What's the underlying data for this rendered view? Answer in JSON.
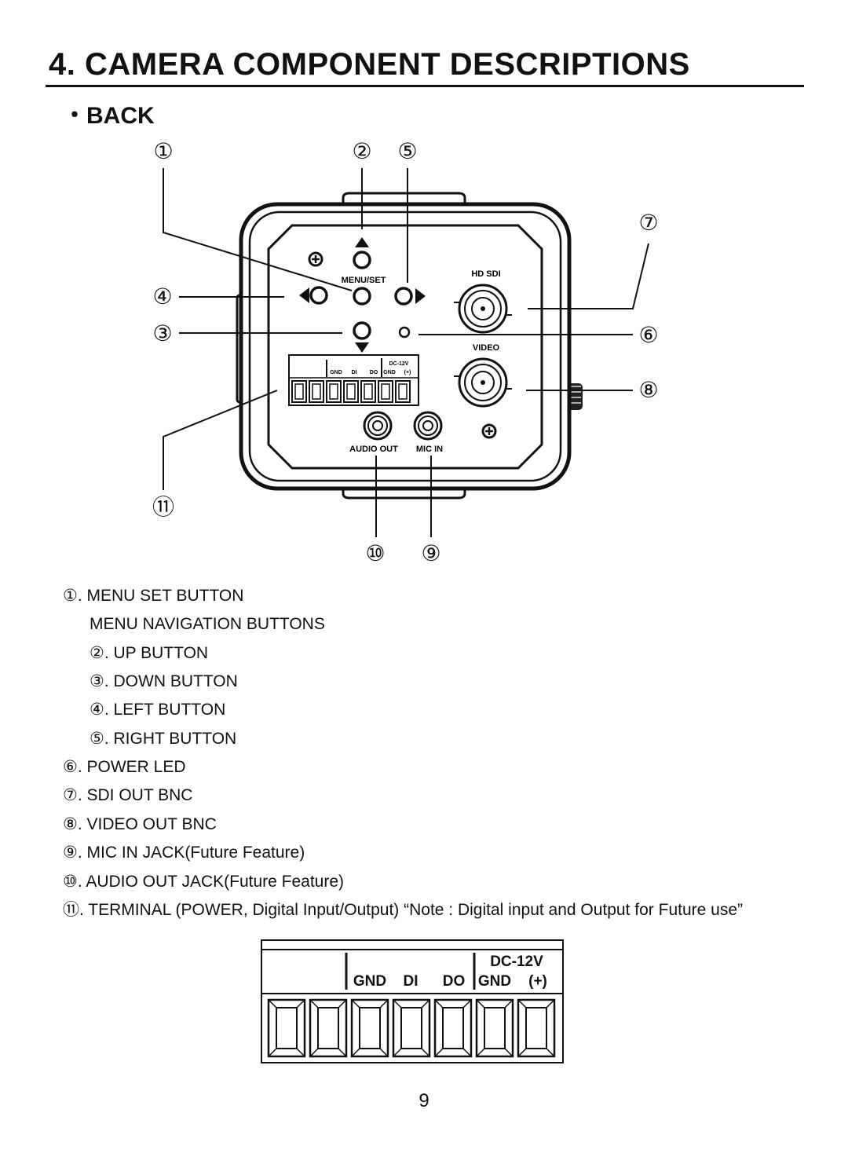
{
  "page": {
    "title": "4. CAMERA COMPONENT DESCRIPTIONS",
    "section": "・BACK",
    "page_number": "9"
  },
  "callouts": {
    "c1": "①",
    "c2": "②",
    "c3": "③",
    "c4": "④",
    "c5": "⑤",
    "c6": "⑥",
    "c7": "⑦",
    "c8": "⑧",
    "c9": "⑨",
    "c10": "⑩",
    "c11": "⑪"
  },
  "camera_labels": {
    "menu_set": "MENU/SET",
    "hd_sdi": "HD SDI",
    "video": "VIDEO",
    "audio_out": "AUDIO OUT",
    "mic_in": "MIC IN",
    "term_dc": "DC-12V",
    "term_gnd1": "GND",
    "term_di": "DI",
    "term_do": "DO",
    "term_gnd2": "GND",
    "term_plus": "(+)"
  },
  "legend": [
    {
      "text": "①. MENU SET BUTTON"
    },
    {
      "text": "MENU NAVIGATION BUTTONS"
    },
    {
      "text": "②. UP BUTTON"
    },
    {
      "text": "③. DOWN BUTTON"
    },
    {
      "text": "④. LEFT BUTTON"
    },
    {
      "text": "⑤. RIGHT BUTTON"
    },
    {
      "text": "⑥. POWER LED"
    },
    {
      "text": "⑦. SDI OUT BNC"
    },
    {
      "text": "⑧. VIDEO OUT BNC"
    },
    {
      "text": "⑨. MIC IN JACK(Future Feature)"
    },
    {
      "text": "⑩. AUDIO OUT JACK(Future Feature)"
    },
    {
      "text": "⑪. TERMINAL (POWER, Digital Input/Output) “Note : Digital input and Output for Future use”"
    }
  ],
  "terminal": {
    "dc": "DC-12V",
    "gnd1": "GND",
    "di": "DI",
    "do": "DO",
    "gnd2": "GND",
    "plus": "(+)"
  }
}
